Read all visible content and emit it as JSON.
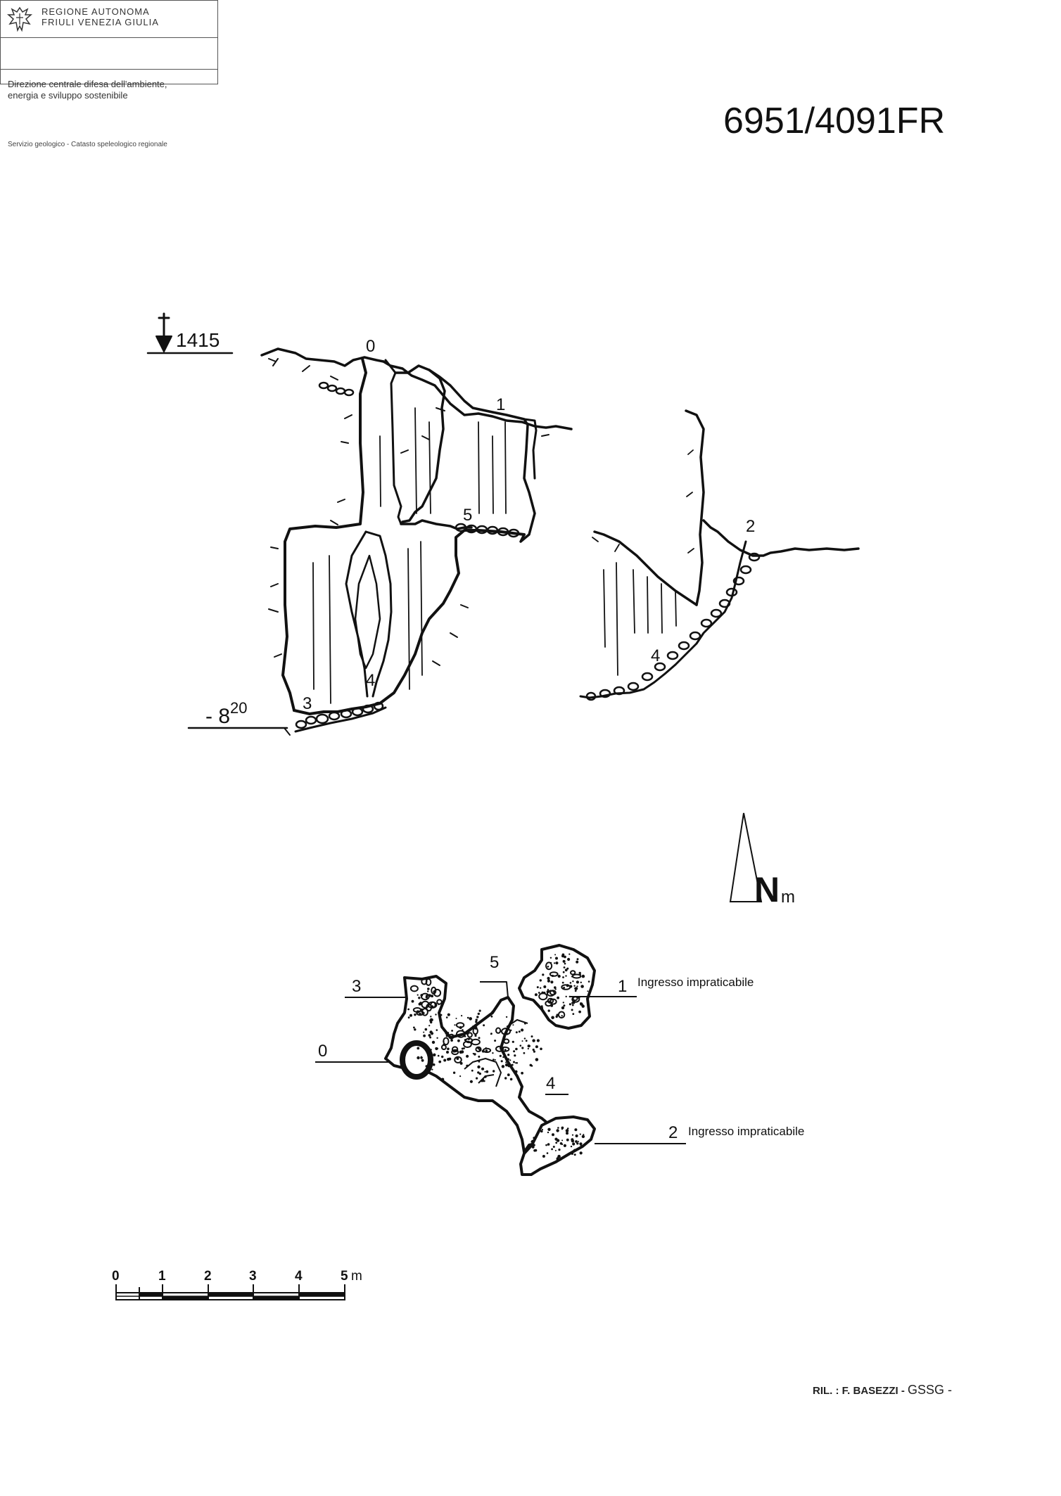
{
  "header": {
    "region_line1": "Regione Autonoma",
    "region_line2": "Friuli Venezia Giulia",
    "direction_line1": "Direzione centrale difesa dell'ambiente,",
    "direction_line2": "energia e sviluppo sostenibile",
    "service": "Servizio geologico - Catasto speleologico regionale",
    "logo_icon": "eagle-logo-icon"
  },
  "cave_code": "6951/4091FR",
  "section": {
    "elevation": "1415",
    "depth_main": "- 8",
    "depth_sup": "20",
    "station_labels": [
      "0",
      "1",
      "5",
      "3",
      "4",
      "2",
      "4"
    ]
  },
  "north": {
    "letter": "N",
    "suffix": "m"
  },
  "plan": {
    "labels": {
      "p0": "0",
      "p1": "1",
      "p2": "2",
      "p3": "3",
      "p4": "4",
      "p5": "5"
    },
    "entrance1_text": "Ingresso impraticabile",
    "entrance2_text": "Ingresso impraticabile"
  },
  "scale_bar": {
    "ticks": [
      "0",
      "1",
      "2",
      "3",
      "4",
      "5"
    ],
    "unit": "m"
  },
  "credits": {
    "surveyor": "RIL. : F. BASEZZI -",
    "group": "GSSG -"
  }
}
